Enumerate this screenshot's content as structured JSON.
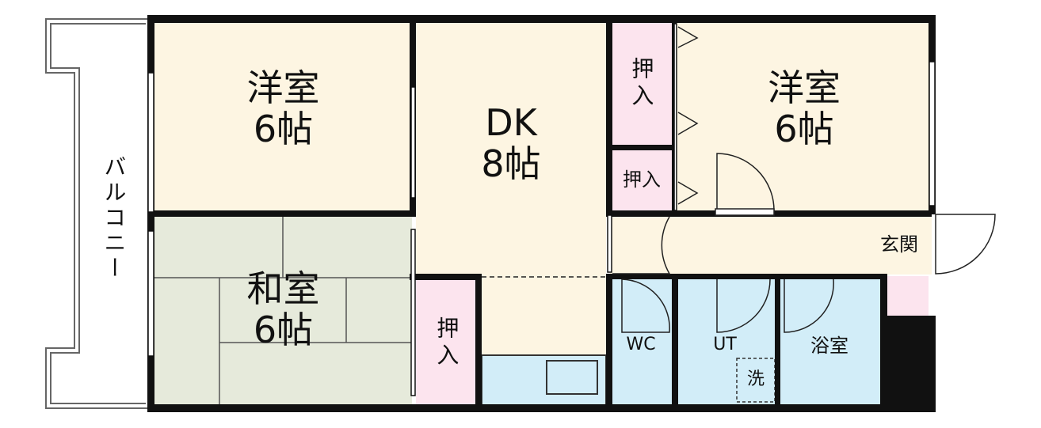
{
  "rooms": {
    "western_left": {
      "name": "洋室",
      "size": "6帖"
    },
    "dk": {
      "name": "DK",
      "size": "8帖"
    },
    "western_right": {
      "name": "洋室",
      "size": "6帖"
    },
    "japanese": {
      "name": "和室",
      "size": "6帖"
    },
    "closet_top": "押入",
    "closet_mid": "押入",
    "closet_bottom": "押入",
    "entrance": "玄関",
    "wc": "WC",
    "ut": "UT",
    "bath": "浴室",
    "washer": "洗",
    "balcony": "バルコニー"
  },
  "colors": {
    "wall": "#111111",
    "western": "#fdf5e2",
    "japanese": "#e6eadb",
    "closet": "#fce4ee",
    "wet": "#d2edf8",
    "balcony_line": "#666666"
  }
}
